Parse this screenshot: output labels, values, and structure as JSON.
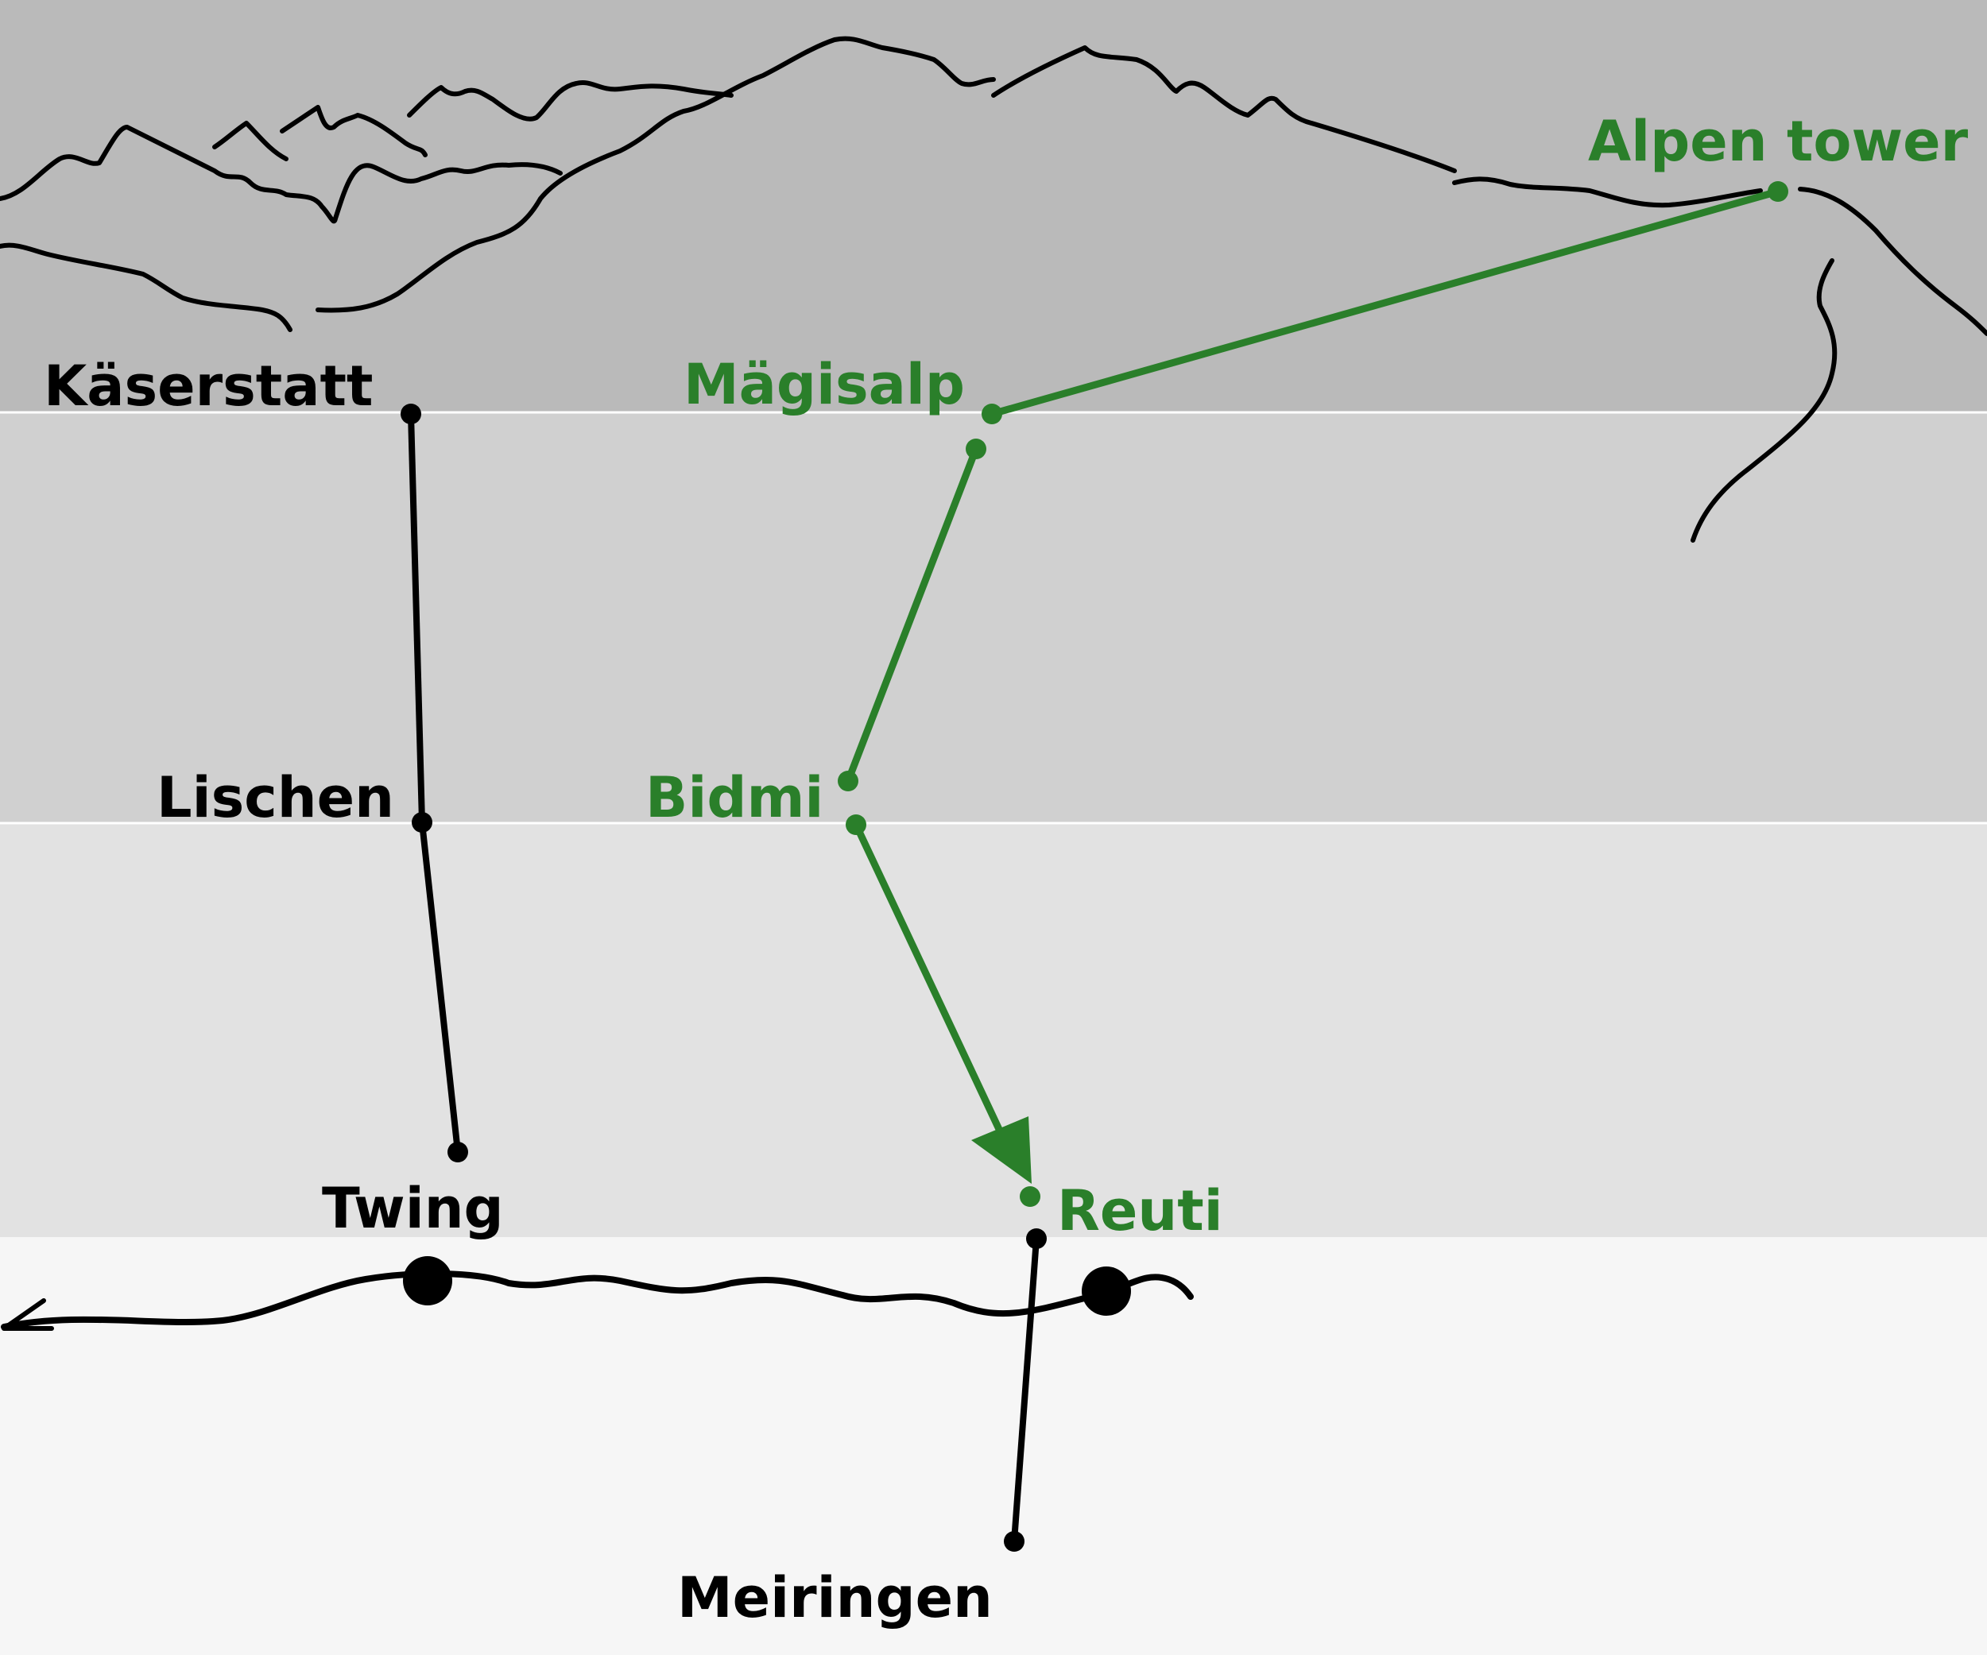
{
  "colors": {
    "band_top": "#bababa",
    "band_upper": "#d0d0d0",
    "band_lower": "#e2e2e2",
    "band_bottom": "#f6f6f6",
    "route_black": "#000000",
    "route_green": "#2a7f2a"
  },
  "stations": {
    "kaeserstatt": "Käserstatt",
    "lischen": "Lischen",
    "twing": "Twing",
    "meiringen": "Meiringen",
    "maegisalp": "Mägisalp",
    "bidmi": "Bidmi",
    "reuti": "Reuti",
    "alpen_tower": "Alpen tower"
  }
}
